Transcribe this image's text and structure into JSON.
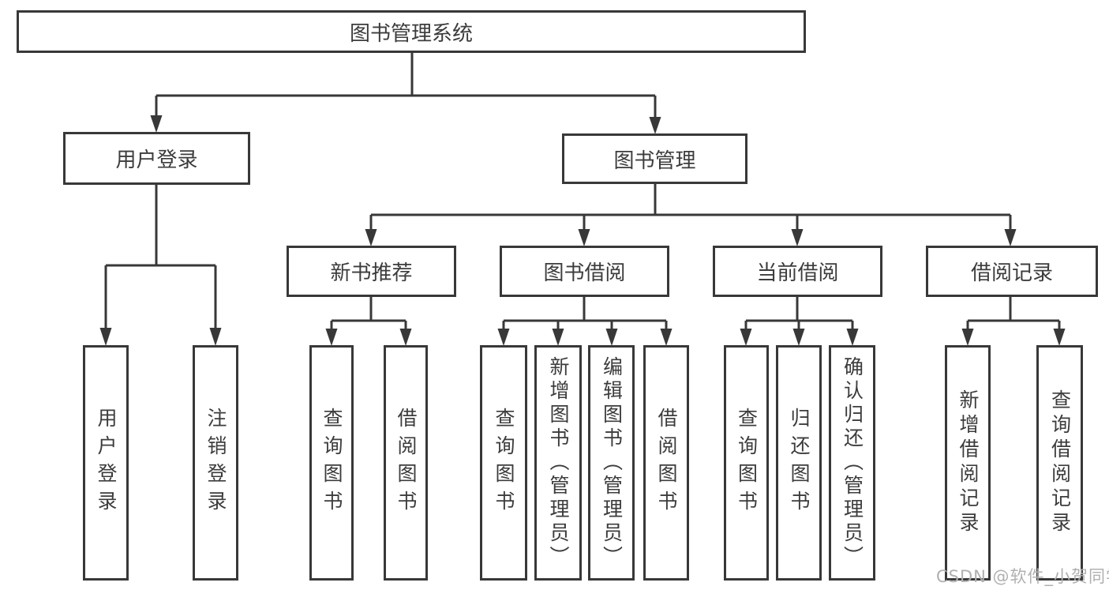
{
  "diagram": {
    "type": "hierarchy-tree",
    "title": "图书管理系统",
    "watermark": "CSDN @软件_小贺同学",
    "colors": {
      "line": "#383838",
      "box_border": "#383838",
      "box_fill": "#ffffff",
      "text": "#3c3c3c",
      "watermark": "#b0b0b0",
      "background": "#ffffff"
    },
    "nodes": {
      "root": {
        "label": "图书管理系统"
      },
      "user_login": {
        "label": "用户登录"
      },
      "book_management": {
        "label": "图书管理"
      },
      "new_book_recommend": {
        "label": "新书推荐"
      },
      "book_borrow": {
        "label": "图书借阅"
      },
      "current_borrow": {
        "label": "当前借阅"
      },
      "borrow_record": {
        "label": "借阅记录"
      },
      "leaf_user_login": {
        "label": "用户登录"
      },
      "leaf_logout": {
        "label": "注销登录"
      },
      "leaf_query_books_new": {
        "label": "查询图书"
      },
      "leaf_borrow_books_new": {
        "label": "借阅图书"
      },
      "leaf_query_books_bb": {
        "label": "查询图书"
      },
      "leaf_add_book_admin": {
        "label": "新增图书（管理员）"
      },
      "leaf_edit_book_admin": {
        "label": "编辑图书（管理员）"
      },
      "leaf_borrow_books_bb": {
        "label": "借阅图书"
      },
      "leaf_query_books_cur": {
        "label": "查询图书"
      },
      "leaf_return_books": {
        "label": "归还图书"
      },
      "leaf_confirm_return": {
        "label": "确认归还（管理员）"
      },
      "leaf_add_record": {
        "label": "新增借阅记录"
      },
      "leaf_query_record": {
        "label": "查询借阅记录"
      }
    },
    "hierarchy": {
      "图书管理系统": {
        "用户登录": [
          "用户登录",
          "注销登录"
        ],
        "图书管理": {
          "新书推荐": [
            "查询图书",
            "借阅图书"
          ],
          "图书借阅": [
            "查询图书",
            "新增图书（管理员）",
            "编辑图书（管理员）",
            "借阅图书"
          ],
          "当前借阅": [
            "查询图书",
            "归还图书",
            "确认归还（管理员）"
          ],
          "借阅记录": [
            "新增借阅记录",
            "查询借阅记录"
          ]
        }
      }
    }
  }
}
